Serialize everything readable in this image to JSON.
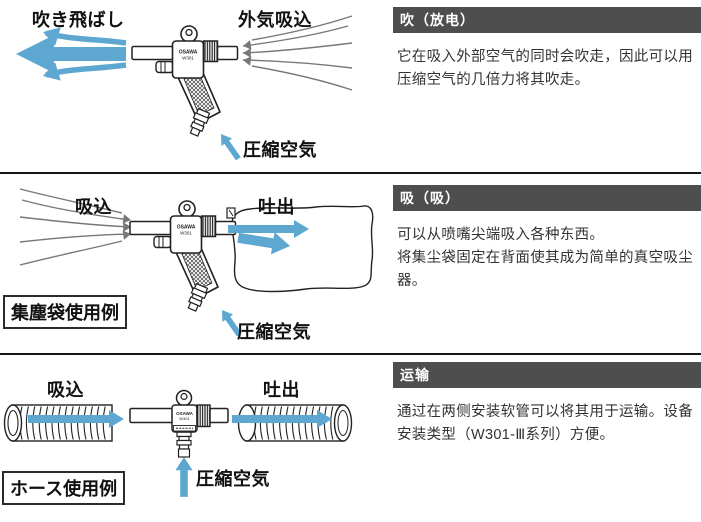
{
  "colors": {
    "arrow_blue": "#5ea7d1",
    "panel_header_bg": "#4e4e4e",
    "outline": "#222222",
    "thin_arrow_gray": "#787878"
  },
  "product_marking": {
    "brand": "OSAWA",
    "model": "W301"
  },
  "sections": [
    {
      "id": "blow",
      "diagram_labels": {
        "top_left": "吹き飛ばし",
        "top_right": "外気吸込",
        "compressed_air": "圧縮空気"
      },
      "panel": {
        "header": "吹（放电）",
        "body": [
          "它在吸入外部空气的同时会吹走，因此可以用压缩空气的几倍力将其吹走。"
        ]
      }
    },
    {
      "id": "suction",
      "diagram_labels": {
        "top_left": "吸込",
        "top_right": "吐出",
        "compressed_air": "圧縮空気",
        "example_box": "集塵袋使用例"
      },
      "panel": {
        "header": "吸（吸）",
        "body": [
          "可以从喷嘴尖端吸入各种东西。",
          "将集尘袋固定在背面使其成为简单的真空吸尘器。"
        ]
      }
    },
    {
      "id": "transport",
      "diagram_labels": {
        "top_left": "吸込",
        "top_right": "吐出",
        "compressed_air": "圧縮空気",
        "example_box": "ホース使用例"
      },
      "panel": {
        "header": "运输",
        "body": [
          "通过在两侧安装软管可以将其用于运输。设备安装类型（W301-Ⅲ系列）方便。"
        ]
      }
    }
  ]
}
